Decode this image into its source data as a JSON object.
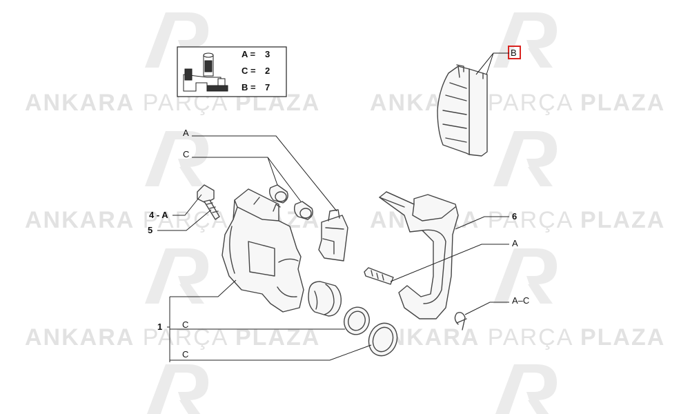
{
  "colors": {
    "watermark_text": "#e2e2e2",
    "watermark_logo": "#ebebeb",
    "highlight_box": "#d9231f",
    "lines": "#222222"
  },
  "watermark": {
    "word1": "ANKARA",
    "word2": "PARÇA",
    "word3": "PLAZA",
    "logo_icon": "ap-logo-icon"
  },
  "legend": {
    "icon": "tools-icon",
    "rows": [
      {
        "key": "A",
        "eq": "=",
        "value": "3"
      },
      {
        "key": "C",
        "eq": "=",
        "value": "2"
      },
      {
        "key": "B",
        "eq": "=",
        "value": "7"
      }
    ]
  },
  "callouts": {
    "pad_set": "B",
    "carrier_a": "A",
    "carrier_c": "C",
    "bleed_screw": "4 - A",
    "bleed_cap": "5",
    "caliper": "1",
    "seal_c1": "C",
    "seal_c2": "C",
    "bracket": "6",
    "guide_bolt": "A",
    "clip": "A–C"
  }
}
